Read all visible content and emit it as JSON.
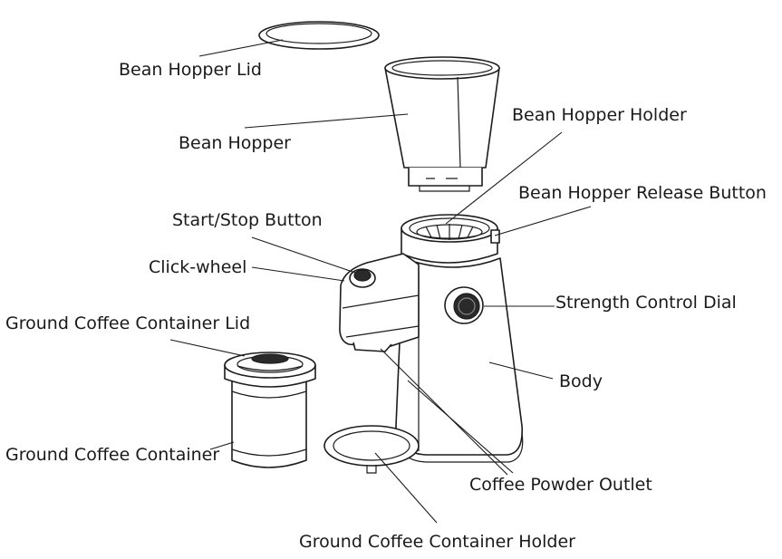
{
  "diagram": {
    "labels": {
      "bean_hopper_lid": "Bean Hopper Lid",
      "bean_hopper": "Bean Hopper",
      "bean_hopper_holder": "Bean Hopper Holder",
      "bean_hopper_release_button": "Bean Hopper Release Button",
      "start_stop_button": "Start/Stop Button",
      "click_wheel": "Click-wheel",
      "strength_control_dial": "Strength Control Dial",
      "ground_coffee_container_lid": "Ground Coffee Container Lid",
      "body": "Body",
      "ground_coffee_container": "Ground Coffee Container",
      "coffee_powder_outlet": "Coffee Powder Outlet",
      "ground_coffee_container_holder": "Ground Coffee Container Holder"
    }
  }
}
